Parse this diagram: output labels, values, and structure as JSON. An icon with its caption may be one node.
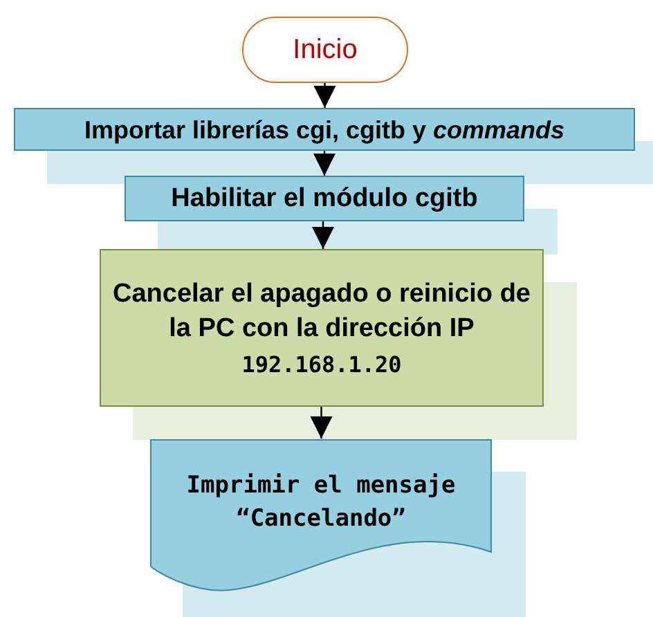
{
  "diagram": {
    "nodes": [
      {
        "text": [
          "Inicio"
        ]
      },
      {
        "text": [
          "Importar librerías cgi, cgitb y *commands*"
        ]
      },
      {
        "text": [
          "Habilitar el módulo cgitb"
        ]
      },
      {
        "text": [
          "Cancelar el apagado o reinicio de la PC con la dirección IP",
          "192.168.1.20"
        ]
      },
      {
        "text": [
          "Imprimir el mensaje “Cancelando”"
        ]
      }
    ],
    "edges": [
      {
        "from": 0,
        "to": 1,
        "arrow": "to"
      },
      {
        "from": 1,
        "to": 2,
        "arrow": "to"
      },
      {
        "from": 2,
        "to": 3,
        "arrow": "to"
      },
      {
        "from": 3,
        "to": 4,
        "arrow": "to"
      }
    ]
  }
}
